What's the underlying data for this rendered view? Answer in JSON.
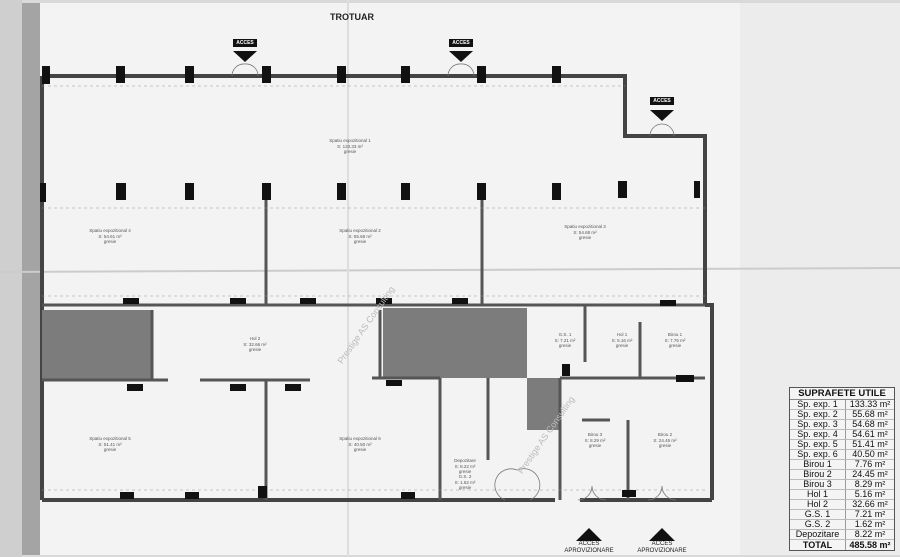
{
  "plan": {
    "street_label": "TROTUAR",
    "entrances": [
      {
        "label": "ACCES"
      },
      {
        "label": "ACCES"
      },
      {
        "label": "ACCES"
      }
    ],
    "supply_entrances": [
      {
        "line1": "ACCES",
        "line2": "APROVIZIONARE"
      },
      {
        "line1": "ACCES",
        "line2": "APROVIZIONARE"
      }
    ],
    "watermark": "Prestige AS Consulting",
    "floor_finish": "gresie",
    "rooms": [
      {
        "name": "Spatiu expozitional 1",
        "area": "S: 133.33 m²"
      },
      {
        "name": "Spatiu expozitional 4",
        "area": "S: 54.61 m²"
      },
      {
        "name": "Spatiu expozitional 2",
        "area": "S: 55.68 m²"
      },
      {
        "name": "Spatiu expozitional 3",
        "area": "S: 54.68 m²"
      },
      {
        "name": "Hol 2",
        "area": "S: 32.66 m²"
      },
      {
        "name": "Spatiu expozitional 5",
        "area": "S: 51.41 m²"
      },
      {
        "name": "Spatiu expozitional 6",
        "area": "S: 40.50 m²"
      },
      {
        "name": "Depozitare",
        "area": "S: 8.22 m²"
      },
      {
        "name": "G.S. 2",
        "area": "S: 1.62 m²"
      },
      {
        "name": "G.S. 1",
        "area": "S: 7.21 m²"
      },
      {
        "name": "Hol 1",
        "area": "S: 5.16 m²"
      },
      {
        "name": "Birou 1",
        "area": "S: 7.76 m²"
      },
      {
        "name": "Birou 3",
        "area": "S: 8.29 m²"
      },
      {
        "name": "Birou 2",
        "area": "S: 24.45 m²"
      }
    ]
  },
  "summary": {
    "title": "SUPRAFETE UTILE",
    "rows": [
      {
        "name": "Sp. exp. 1",
        "value": "133.33 m²"
      },
      {
        "name": "Sp. exp. 2",
        "value": "55.68 m²"
      },
      {
        "name": "Sp. exp. 3",
        "value": "54.68 m²"
      },
      {
        "name": "Sp. exp. 4",
        "value": "54.61 m²"
      },
      {
        "name": "Sp. exp. 5",
        "value": "51.41 m²"
      },
      {
        "name": "Sp. exp. 6",
        "value": "40.50 m²"
      },
      {
        "name": "Birou 1",
        "value": "7.76 m²"
      },
      {
        "name": "Birou 2",
        "value": "24.45 m²"
      },
      {
        "name": "Birou 3",
        "value": "8.29 m²"
      },
      {
        "name": "Hol 1",
        "value": "5.16 m²"
      },
      {
        "name": "Hol 2",
        "value": "32.66 m²"
      },
      {
        "name": "G.S. 1",
        "value": "7.21 m²"
      },
      {
        "name": "G.S. 2",
        "value": "1.62 m²"
      },
      {
        "name": "Depozitare",
        "value": "8.22 m²"
      }
    ],
    "total_label": "TOTAL",
    "total_value": "485.58 m²"
  }
}
